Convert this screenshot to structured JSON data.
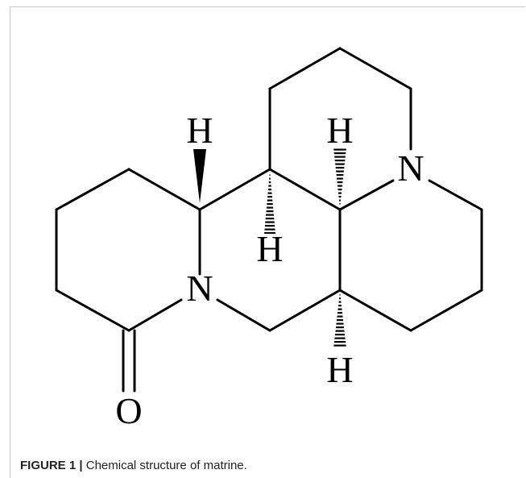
{
  "figure": {
    "label": "FIGURE 1",
    "separator": "|",
    "caption": "Chemical structure of matrine."
  },
  "structure": {
    "atoms": {
      "n_left": "N",
      "n_right": "N",
      "o": "O",
      "h_wedge": "H",
      "h_center": "H",
      "h_upper": "H",
      "h_lower": "H"
    }
  }
}
